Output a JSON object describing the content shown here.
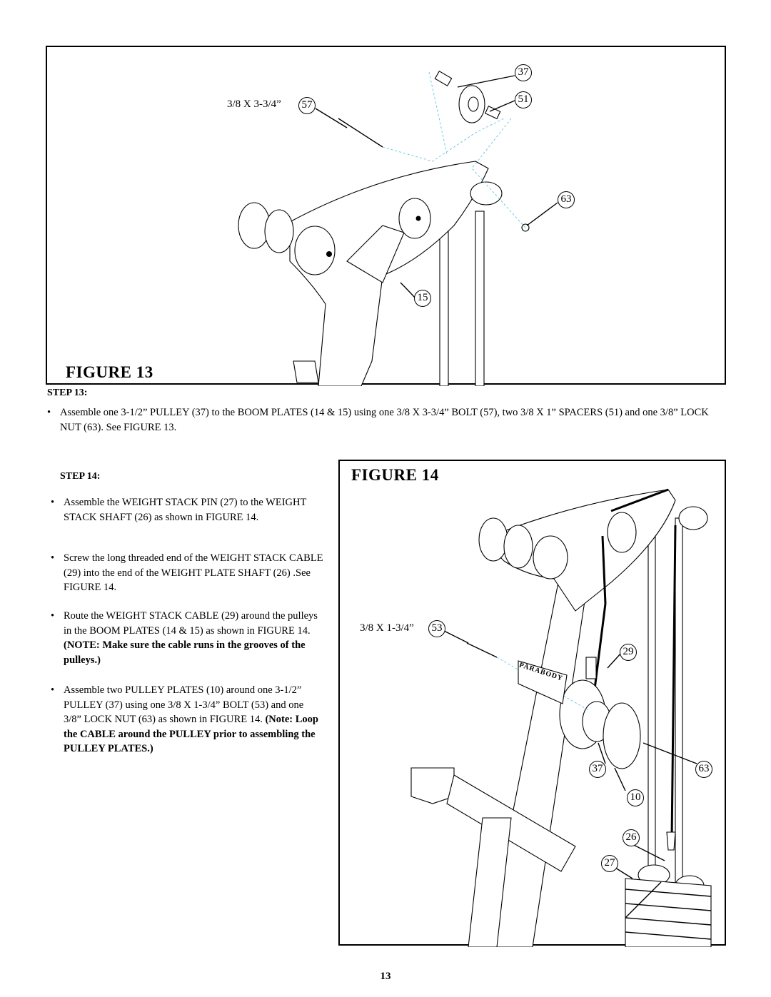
{
  "figure13": {
    "title": "FIGURE 13",
    "bolt_label": "3/8 X 3-3/4”",
    "callouts": {
      "c37": "37",
      "c51": "51",
      "c57": "57",
      "c63": "63",
      "c15": "15"
    }
  },
  "step13": {
    "heading": "STEP 13:",
    "bullet": "•",
    "text": "Assemble one 3-1/2” PULLEY (37) to the BOOM PLATES (14 & 15) using one 3/8 X 3-3/4” BOLT (57), two 3/8 X 1” SPACERS (51) and one 3/8” LOCK NUT (63). See FIGURE 13."
  },
  "step14": {
    "heading": "STEP 14:",
    "bullets": [
      {
        "dot": "•",
        "text": "Assemble the WEIGHT STACK PIN (27) to the WEIGHT STACK SHAFT (26) as shown in FIGURE 14.",
        "bold": ""
      },
      {
        "dot": "•",
        "text": "Screw the long threaded end of the WEIGHT STACK CABLE (29)  into the end of the WEIGHT PLATE SHAFT (26) .See FIGURE 14.",
        "bold": ""
      },
      {
        "dot": "•",
        "text": "Route the WEIGHT STACK CABLE (29) around the pulleys in the BOOM PLATES (14 & 15) as shown in FIGURE 14. ",
        "bold": "(NOTE: Make sure the cable runs in the grooves of the pulleys.)"
      },
      {
        "dot": "•",
        "text": "Assemble two PULLEY PLATES (10) around one 3-1/2” PULLEY (37) using one 3/8 X 1-3/4” BOLT (53) and one 3/8” LOCK NUT (63) as shown in FIGURE 14. ",
        "bold": "(Note: Loop the CABLE around the PULLEY prior to assembling the PULLEY PLATES.)"
      }
    ]
  },
  "figure14": {
    "title": "FIGURE 14",
    "bolt_label": "3/8 X 1-3/4”",
    "brand_plate": "PARABODY",
    "callouts": {
      "c53": "53",
      "c29": "29",
      "c37": "37",
      "c63": "63",
      "c10": "10",
      "c26": "26",
      "c27": "27"
    }
  },
  "page_number": "13"
}
